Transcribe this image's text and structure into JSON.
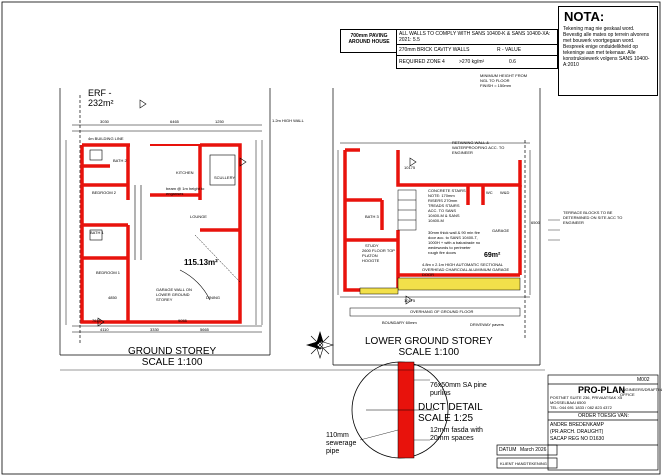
{
  "notes_table": {
    "paving": "700mm PAVING AROUND HOUSE",
    "walls_comply": "ALL WALLS TO COMPLY WITH SANS 10400-K & SANS 10400-XA: 2021: 5.5",
    "brick_walls": "270mm BRICK CAVITY WALLS",
    "r_value_label": "R - VALUE",
    "zone": "REQUIRED ZONE 4",
    "density": ">270 kg/m²",
    "r_value": "0.6"
  },
  "nota": {
    "title": "NOTA:",
    "body": "Tekening mag nie geskaal word. Bevestig alle mates op terrein alvorens met bouwerk voortgegaan word. Bespreek enige onduidelikheid op tekeninge aan met tekenaar. Alle konstruksiewerk volgens SANS 10400-A:2010"
  },
  "min_height": {
    "line1": "MINIMUM HEIGHT FROM",
    "line2": "NGL TO FLOOR",
    "line3": "FINISH = 150mm"
  },
  "erf": {
    "label": "ERF -",
    "area": "232m²"
  },
  "ground_storey": {
    "title": "GROUND STOREY",
    "scale": "SCALE 1:100",
    "area": "115.13m²",
    "rooms": {
      "bath2": "BATH 2",
      "kitchen": "KITCHEN",
      "bedroom2": "BEDROOM 2",
      "lounge": "LOUNGE",
      "bath1": "BATH 1",
      "bedroom1": "BEDROOM 1",
      "dining": "DINING",
      "garage_wall": "GARAGE WALL ON LOWER GROUND STOREY",
      "scullery": "SCULLERY"
    },
    "notes": {
      "beam": "beam @ 1m height to enganses",
      "high_wall": "1.2m HIGH WALL",
      "building_line": "4m BUILDING LINE",
      "wall_sw": "1.2m HIGH WALL"
    },
    "dims": {
      "top": [
        "3030",
        "6465",
        "1250"
      ],
      "bottom": [
        "4110",
        "3330",
        "5665"
      ],
      "d1": "4850",
      "d2": "7615",
      "d3": "9055"
    }
  },
  "lower_ground": {
    "title": "LOWER GROUND STOREY",
    "scale": "SCALE 1:100",
    "area": "69m²",
    "rooms": {
      "bath3": "BATH 3",
      "study": "STUDY",
      "garage": "GARAGE",
      "wc": "WC",
      "wd": "W&D"
    },
    "notes": {
      "retaining": "RETAINING WALL & WATERPROOFING ACC. TO ENGINEER",
      "stairs": "CONCRETE STAIRS NOTE: 170mm RISERS 270mm TREADS STAIRS ACC. TO SANS 10400-M & SANS 10400-M",
      "balustrade": "30mm thick wall & 90 min fire door acc. to SANS 10400-T, 1000H + with a balustrade no wedewords to perimeter rough fire doors",
      "study_note": "2600 FLOOR TOP PLATON HOOGTE",
      "garage_door": "4.8m x 2.1m HIGH AUTOMATIC SECTIONAL OVERHEAD CHARCOAL ALUMINIUM GARAGE DOOR",
      "overhang": "OVERHANG OF GROUND FLOOR",
      "boundary": "BOUNDARY 60mm",
      "driveway": "DRIVEWAY pavers",
      "terrace": "TERRACE BLOCKS TO BE DETERMINED ON SITE ACC TO ENGINEER",
      "dim_top": "10175",
      "dim_bottom": "10175",
      "dim_right": "6500"
    }
  },
  "duct": {
    "title": "DUCT DETAIL",
    "scale": "SCALE 1:25",
    "purlins": "76x50mm SA pine purlins",
    "fascia": "12mm fasda with 20mm spaces",
    "pipe": "110mm sewerage pipe"
  },
  "title_block": {
    "sheet": "M002",
    "company": "PRO-PLAN",
    "company_sub": "ENGINEERS/DRAFTING OFFICE",
    "address1": "POSTNET SUITE 236, PRIVAATSAK X5",
    "address2": "MOSSELBAAI 6500",
    "tel": "TEL: 044 691 1833 / 082 823 4372",
    "order": "ORDER TOESIG VAN:",
    "drafter": "ANDRE BREDENKAMP",
    "drafter_role": "(PR.ARCH. DRAUGHT)",
    "sacap": "SACAP REG NO D1630",
    "date_label": "DATUM",
    "date": "March 2026",
    "client_sig": "KLIENT HANDTEKENING"
  },
  "colors": {
    "wall": "#e8120c",
    "line": "#000000",
    "hatch": "#f2e04a"
  }
}
